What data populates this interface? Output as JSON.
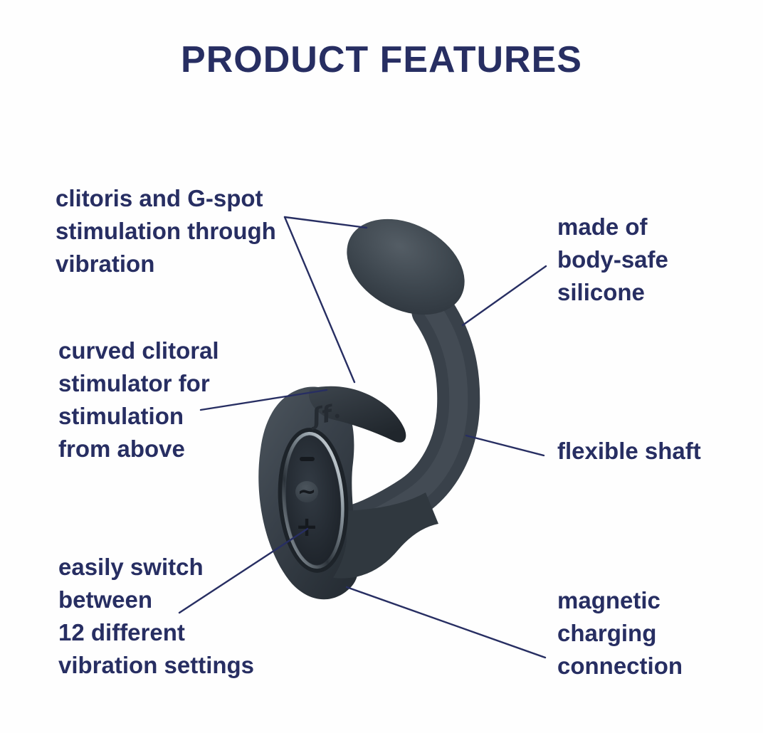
{
  "title": "PRODUCT FEATURES",
  "colors": {
    "navy": "#272e62",
    "product_base": "#3a434b",
    "product_light": "#4d565e",
    "product_dark": "#262d34",
    "panel_rim_bright": "#dfe7eb",
    "button_glyph": "#15191e",
    "background": "#fefefe"
  },
  "features": {
    "left": [
      {
        "lines": [
          "clitoris and G-spot",
          "stimulation through",
          "vibration"
        ]
      },
      {
        "lines": [
          "curved clitoral",
          "stimulator for",
          "stimulation",
          "from above"
        ]
      },
      {
        "lines": [
          "easily switch",
          "between",
          "12 different",
          "vibration settings"
        ]
      }
    ],
    "right": [
      {
        "lines": [
          "made of",
          "body-safe",
          "silicone"
        ]
      },
      {
        "lines": [
          "flexible shaft"
        ]
      },
      {
        "lines": [
          "magnetic",
          "charging",
          "connection"
        ]
      }
    ]
  },
  "product": {
    "logo_glyph": "ʃf",
    "button_minus": "−",
    "button_wave": "~",
    "button_plus": "+"
  }
}
